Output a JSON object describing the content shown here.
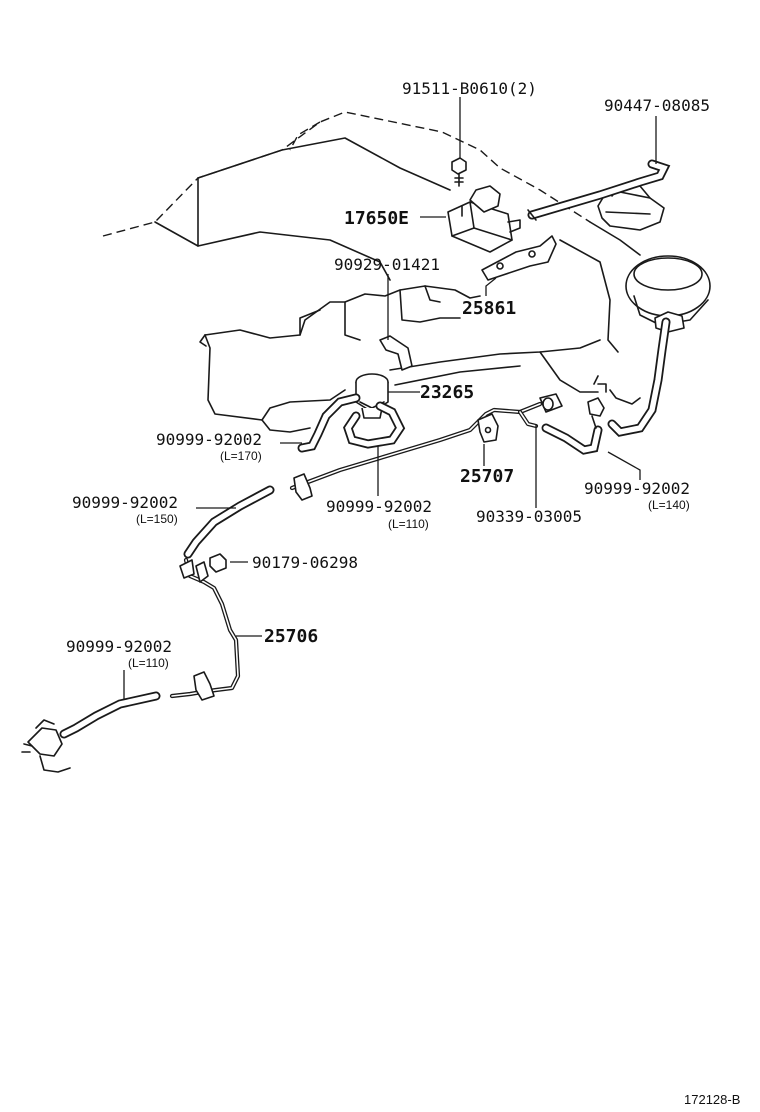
{
  "diagram": {
    "reference_code": "172128-B",
    "labels": [
      {
        "id": "bolt",
        "text": "91511-B0610(2)"
      },
      {
        "id": "hose-top-right",
        "text": "90447-08085"
      },
      {
        "id": "vsv",
        "text": "17650E"
      },
      {
        "id": "clamp-top",
        "text": "90929-01421"
      },
      {
        "id": "bracket",
        "text": "25861"
      },
      {
        "id": "valve",
        "text": "23265"
      },
      {
        "id": "hose-a",
        "text": "90999-92002",
        "length": "(L=170)"
      },
      {
        "id": "clip",
        "text": "25707"
      },
      {
        "id": "hose-b",
        "text": "90999-92002",
        "length": "(L=150)"
      },
      {
        "id": "hose-c",
        "text": "90999-92002",
        "length": "(L=110)"
      },
      {
        "id": "joint",
        "text": "90339-03005"
      },
      {
        "id": "hose-d",
        "text": "90999-92002",
        "length": "(L=140)"
      },
      {
        "id": "nut",
        "text": "90179-06298"
      },
      {
        "id": "pipe",
        "text": "25706"
      },
      {
        "id": "hose-e",
        "text": "90999-92002",
        "length": "(L=110)"
      }
    ]
  }
}
